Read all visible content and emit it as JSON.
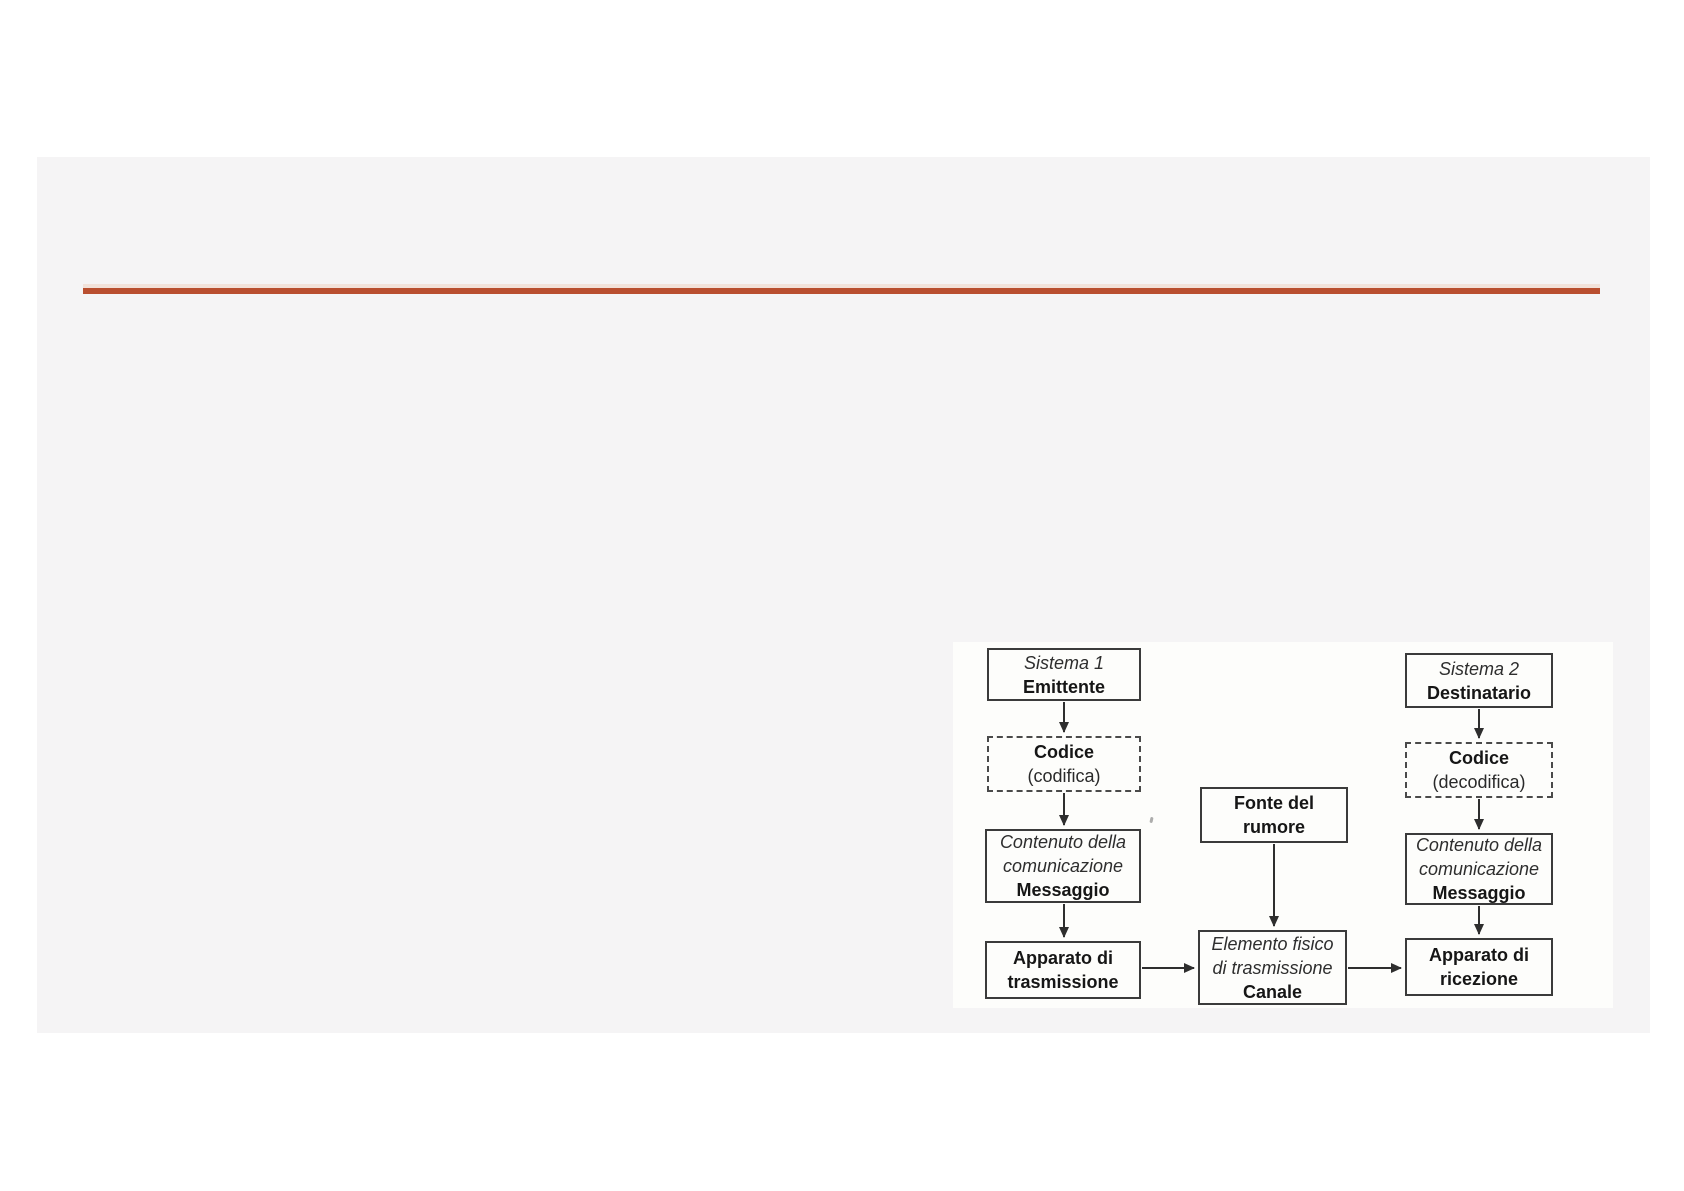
{
  "slide": {
    "background_color": "#f5f4f5",
    "accent_line_color": "#b94f30"
  },
  "diagram": {
    "arrow_color": "#2e2e2e",
    "box_border_color": "#3b3b3b",
    "boxes": {
      "sistema1": {
        "system": "Sistema 1",
        "role": "Emittente"
      },
      "codifica": {
        "name": "Codice",
        "operation": "(codifica)"
      },
      "contenuto1": {
        "desc_line1": "Contenuto della",
        "desc_line2": "comunicazione",
        "name": "Messaggio"
      },
      "trasmissione": {
        "name_line1": "Apparato di",
        "name_line2": "trasmissione"
      },
      "fonte": {
        "name_line1": "Fonte del",
        "name_line2": "rumore"
      },
      "canale": {
        "desc_line1": "Elemento fisico",
        "desc_line2": "di trasmissione",
        "name": "Canale"
      },
      "sistema2": {
        "system": "Sistema 2",
        "role": "Destinatario"
      },
      "decodifica": {
        "name": "Codice",
        "operation": "(decodifica)"
      },
      "contenuto2": {
        "desc_line1": "Contenuto della",
        "desc_line2": "comunicazione",
        "name": "Messaggio"
      },
      "ricezione": {
        "name_line1": "Apparato di",
        "name_line2": "ricezione"
      }
    },
    "connections": [
      {
        "from": "sistema1",
        "to": "codifica"
      },
      {
        "from": "codifica",
        "to": "contenuto1"
      },
      {
        "from": "contenuto1",
        "to": "trasmissione"
      },
      {
        "from": "trasmissione",
        "to": "canale"
      },
      {
        "from": "fonte",
        "to": "canale"
      },
      {
        "from": "canale",
        "to": "ricezione"
      },
      {
        "from": "sistema2",
        "to": "decodifica"
      },
      {
        "from": "decodifica",
        "to": "contenuto2"
      },
      {
        "from": "contenuto2",
        "to": "ricezione"
      }
    ]
  }
}
